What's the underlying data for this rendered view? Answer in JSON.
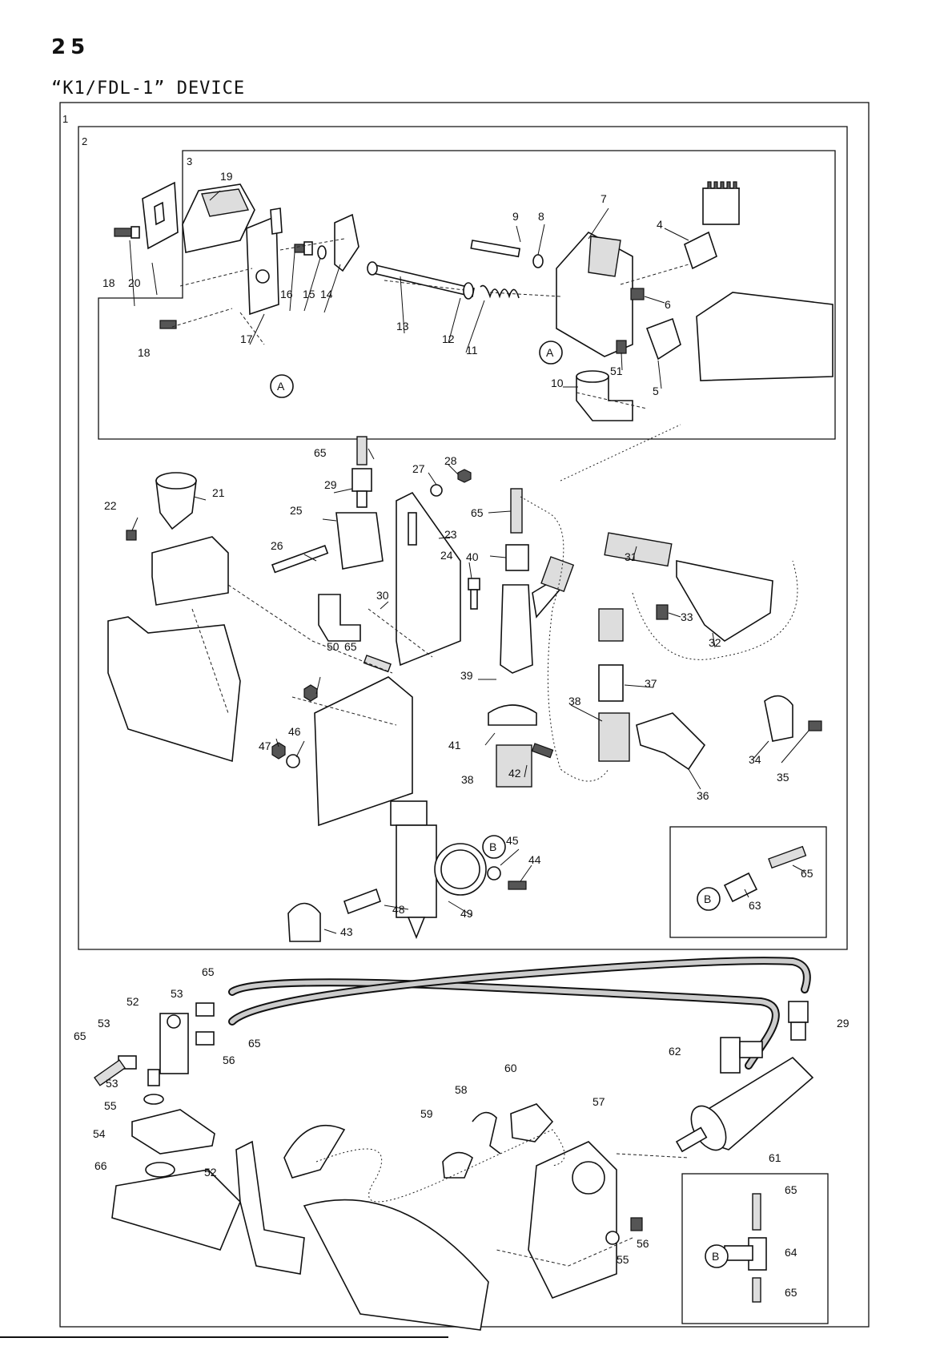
{
  "page": {
    "number": "25",
    "title": "“K1/FDL-1” DEVICE"
  },
  "boxes": [
    {
      "label": "1"
    },
    {
      "label": "2"
    },
    {
      "label": "3"
    }
  ],
  "references": {
    "a": "A",
    "b": "B"
  },
  "callouts": [
    "19",
    "20",
    "18",
    "17",
    "18",
    "16",
    "15",
    "14",
    "13",
    "12",
    "11",
    "9",
    "8",
    "7",
    "4",
    "6",
    "10",
    "51",
    "5",
    "65",
    "29",
    "21",
    "22",
    "25",
    "26",
    "27",
    "28",
    "23",
    "24",
    "65",
    "40",
    "31",
    "33",
    "32",
    "30",
    "50",
    "65",
    "39",
    "37",
    "38",
    "41",
    "42",
    "38",
    "36",
    "47",
    "46",
    "34",
    "35",
    "45",
    "44",
    "48",
    "49",
    "43",
    "65",
    "63",
    "65",
    "53",
    "52",
    "53",
    "65",
    "65",
    "56",
    "53",
    "55",
    "54",
    "66",
    "52",
    "58",
    "59",
    "60",
    "57",
    "29",
    "62",
    "61",
    "56",
    "55",
    "65",
    "64",
    "65"
  ]
}
